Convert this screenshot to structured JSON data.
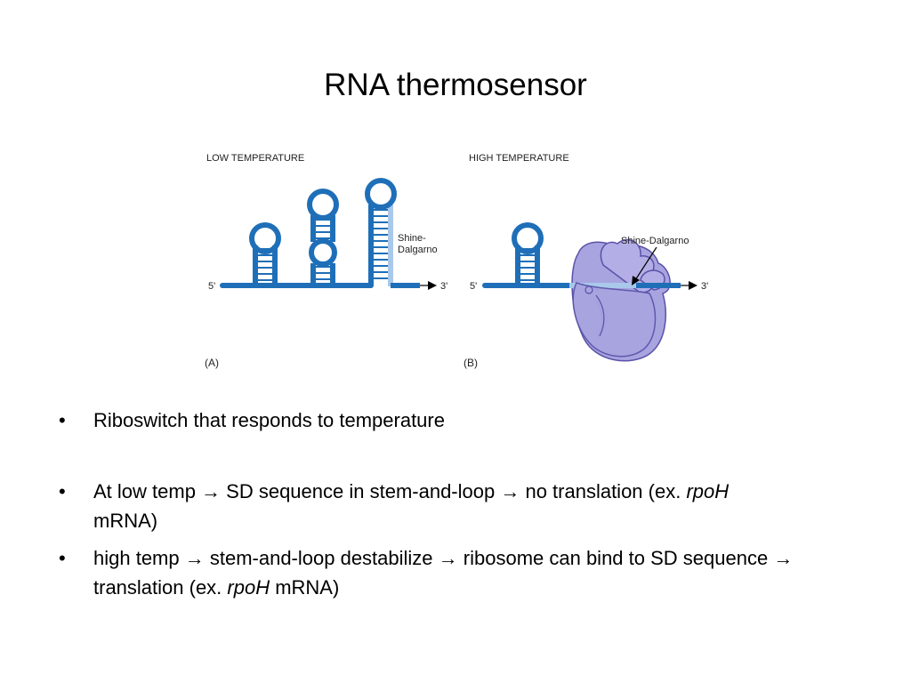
{
  "slide": {
    "title": "RNA thermosensor"
  },
  "diagram": {
    "panel_a": {
      "header": "LOW TEMPERATURE",
      "sd_label_line1": "Shine-",
      "sd_label_line2": "Dalgarno",
      "end5": "5'",
      "end3": "3'",
      "tag": "(A)"
    },
    "panel_b": {
      "header": "HIGH TEMPERATURE",
      "sd_label": "Shine-Dalgarno",
      "end5": "5'",
      "end3": "3'",
      "tag": "(B)"
    },
    "colors": {
      "rna": "#1f6fb8",
      "sd_region": "#a9c8ea",
      "stem_rung": "#ffffff",
      "ribosome_fill": "#a8a4e0",
      "ribosome_stroke": "#5a52a8",
      "arrow": "#000000"
    }
  },
  "bullets": {
    "b1": {
      "text": "Riboswitch that responds to temperature"
    },
    "b2": {
      "part1": "At low temp ",
      "arrow1": "→",
      "part2": " SD sequence in stem-and-loop ",
      "arrow2": "→",
      "part3": " no translation (ex. ",
      "gene": "rpoH",
      "part4": "mRNA)"
    },
    "b3": {
      "part1": "high temp ",
      "arrow1": "→",
      "part2": " stem-and-loop destabilize ",
      "arrow2": "→",
      "part3": " ribosome can bind to SD sequence ",
      "arrow3": "→",
      "part4": " translation (ex. ",
      "gene": "rpoH",
      "part5": " mRNA)"
    },
    "marker": "•"
  }
}
